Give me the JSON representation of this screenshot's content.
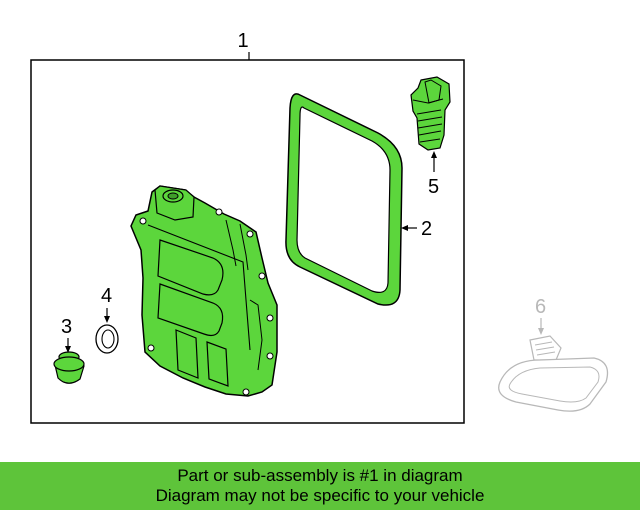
{
  "callouts": {
    "c1": "1",
    "c2": "2",
    "c3": "3",
    "c4": "4",
    "c5": "5",
    "c6": "6"
  },
  "footer": {
    "line1": "Part or sub-assembly is #1 in diagram",
    "line2": "Diagram may not be specific to your vehicle"
  },
  "colors": {
    "part_fill": "#5cd63c",
    "outline": "#000000",
    "muted": "#b8b8b8",
    "banner": "#5ec43a"
  }
}
